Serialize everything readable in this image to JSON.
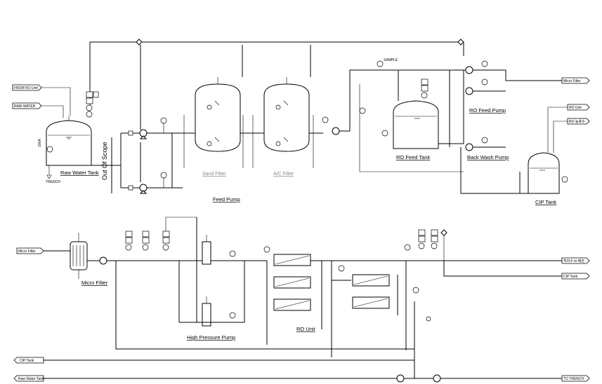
{
  "flags": {
    "from_ro_unit": "FROM RO Unit",
    "raw_water": "RAW WATER",
    "micro_filter_out": "Micro Filter",
    "ro_unit_in": "RO Unit",
    "ro_in2": "RO 농축수",
    "micro_filter_in": "Micro Filter",
    "treated_water": "처리수 to 배관",
    "cip_tank_out": "CIP Tank",
    "cip_tank_in": "CIP Tank",
    "raw_water_tank_in": "Raw Water Tank",
    "to_trench": "TO TRENCH"
  },
  "labels": {
    "raw_water_tank": "Raw Water Tank",
    "out_of_scope": "Out Of Scope",
    "sand_filter": "Sand Filter",
    "ac_filter": "A/C Filter",
    "feed_pump": "Feed Pump",
    "ro_feed_tank": "RO Feed Tank",
    "ro_feed_pump": "RO Feed Pump",
    "back_wash_pump": "Back Wash Pump",
    "cip_tank": "CIP Tank",
    "micro_filter": "Micro Filter",
    "high_pressure_pump": "High Pressure Pump",
    "ro_unit": "RO Unit",
    "trench": "TRENCH",
    "sample_tag": "SAMPLE"
  }
}
